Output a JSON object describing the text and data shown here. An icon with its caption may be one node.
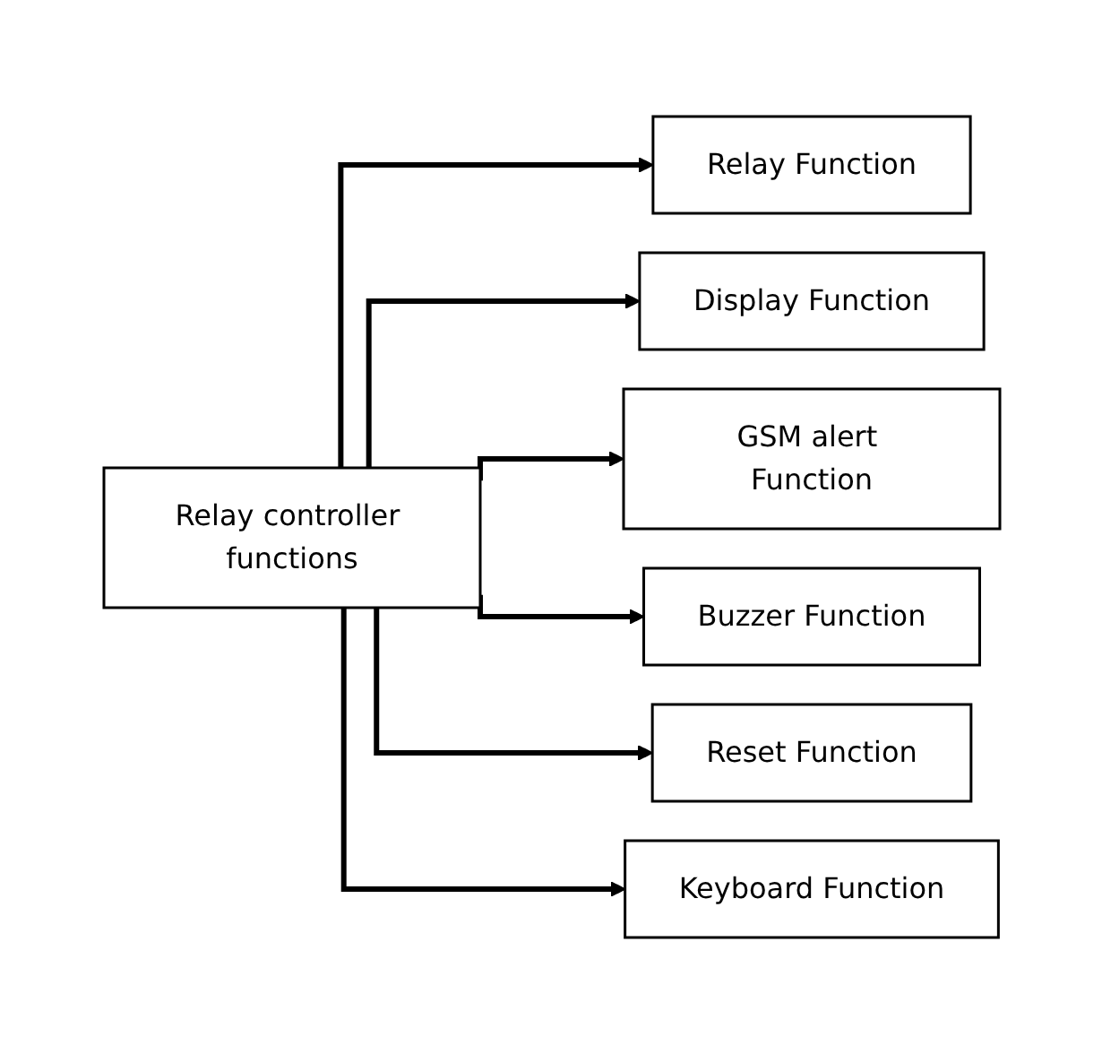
{
  "diagram": {
    "nodes": [
      {
        "text": [
          "Relay controller functions"
        ]
      },
      {
        "text": [
          "Relay Function"
        ]
      },
      {
        "text": [
          "Display Function"
        ]
      },
      {
        "text": [
          "GSM alert Function"
        ]
      },
      {
        "text": [
          "Buzzer Function"
        ]
      },
      {
        "text": [
          "Reset Function"
        ]
      },
      {
        "text": [
          "Keyboard Function"
        ]
      }
    ],
    "edges": [
      {
        "from": 0,
        "to": 1,
        "arrow": "to"
      },
      {
        "from": 0,
        "to": 2,
        "arrow": "to"
      },
      {
        "from": 0,
        "to": 3,
        "arrow": "to"
      },
      {
        "from": 0,
        "to": 4,
        "arrow": "to"
      },
      {
        "from": 0,
        "to": 5,
        "arrow": "to"
      },
      {
        "from": 0,
        "to": 6,
        "arrow": "to"
      }
    ]
  }
}
